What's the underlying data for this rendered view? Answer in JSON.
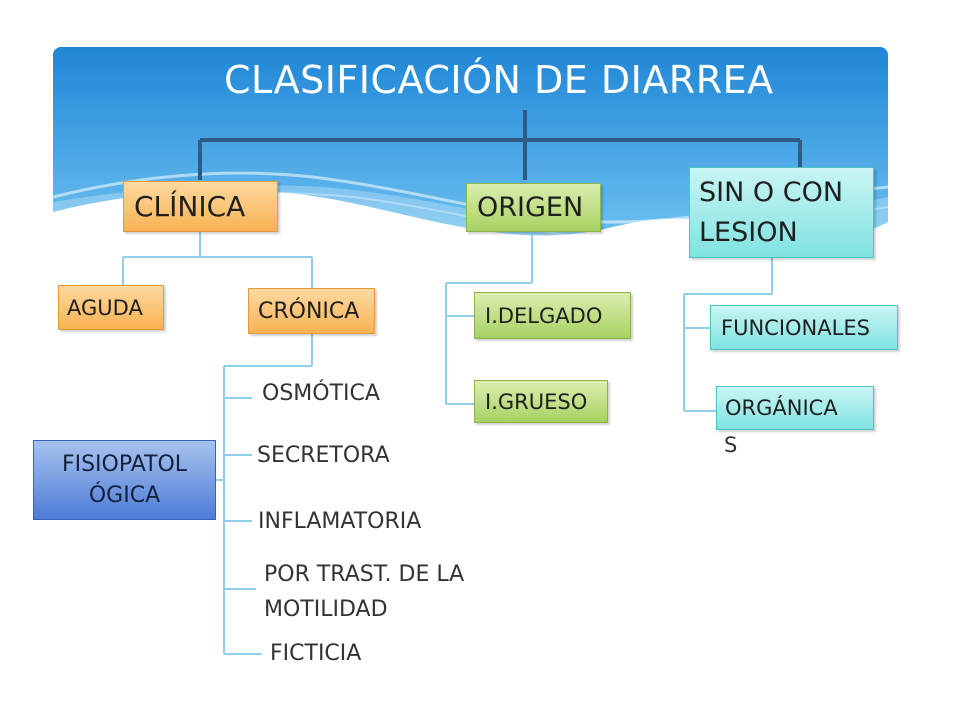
{
  "title": "CLASIFICACIÓN DE DIARREA",
  "colors": {
    "header_blue": "#2f96e0",
    "orange_box": "#f9b253",
    "green_box": "#a8d162",
    "cyan_box": "#7fe3e1",
    "blue_box": "#4d7bd6",
    "connector": "#8fd0e8",
    "top_connector": "#2d5b86"
  },
  "categories": {
    "clinica": {
      "label": "CLÍNICA",
      "children": [
        "AGUDA",
        "CRÓNICA"
      ]
    },
    "origen": {
      "label": "ORIGEN",
      "children": [
        "I.DELGADO",
        "I.GRUESO"
      ]
    },
    "lesion": {
      "label_line1": "SIN O CON",
      "label_line2": "LESION",
      "children": [
        "FUNCIONALES",
        "ORGÁNICA",
        "S"
      ]
    }
  },
  "cronica_types": {
    "osmotica": "OSMÓTICA",
    "secretora": "SECRETORA",
    "inflamatoria": "INFLAMATORIA",
    "motilidad_line1": "POR TRAST. DE LA",
    "motilidad_line2": "MOTILIDAD",
    "ficticia": "FICTICIA"
  },
  "fisiopatologica": {
    "line1": "FISIOPATOL",
    "line2": "ÓGICA"
  }
}
